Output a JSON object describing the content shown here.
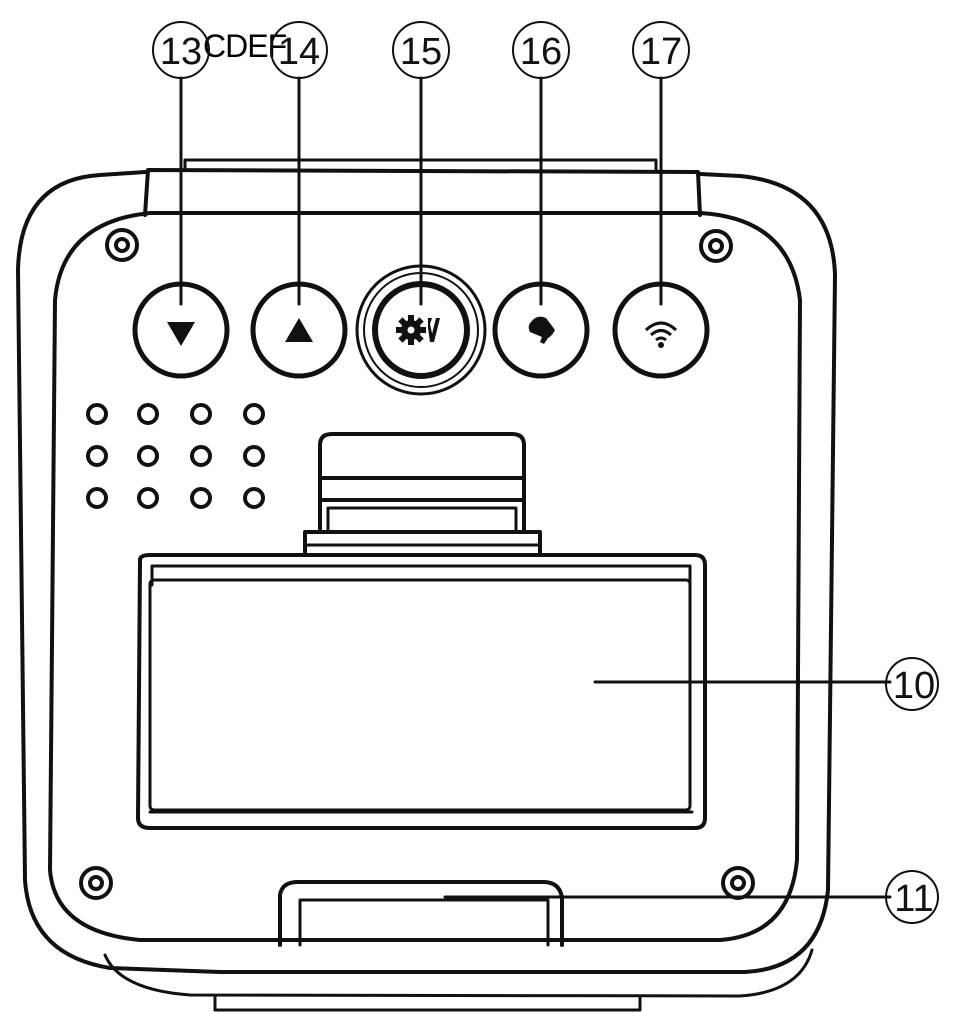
{
  "header_text": "CDEF",
  "callouts": [
    {
      "id": "c13",
      "label": "13",
      "target": "down-button"
    },
    {
      "id": "c14",
      "label": "14",
      "target": "up-button"
    },
    {
      "id": "c15",
      "label": "15",
      "target": "settings-button"
    },
    {
      "id": "c16",
      "label": "16",
      "target": "alarm-button"
    },
    {
      "id": "c17",
      "label": "17",
      "target": "wireless-button"
    },
    {
      "id": "c10",
      "label": "10",
      "target": "battery-cover"
    },
    {
      "id": "c11",
      "label": "11",
      "target": "stand-slot"
    }
  ],
  "buttons": [
    {
      "name": "down-button",
      "icon": "triangle-down-icon"
    },
    {
      "name": "up-button",
      "icon": "triangle-up-icon"
    },
    {
      "name": "settings-button",
      "icon": "gear-wrench-icon"
    },
    {
      "name": "alarm-button",
      "icon": "bell-icon"
    },
    {
      "name": "wireless-button",
      "icon": "wifi-icon"
    }
  ],
  "colors": {
    "line": "#111111",
    "background": "#ffffff"
  }
}
